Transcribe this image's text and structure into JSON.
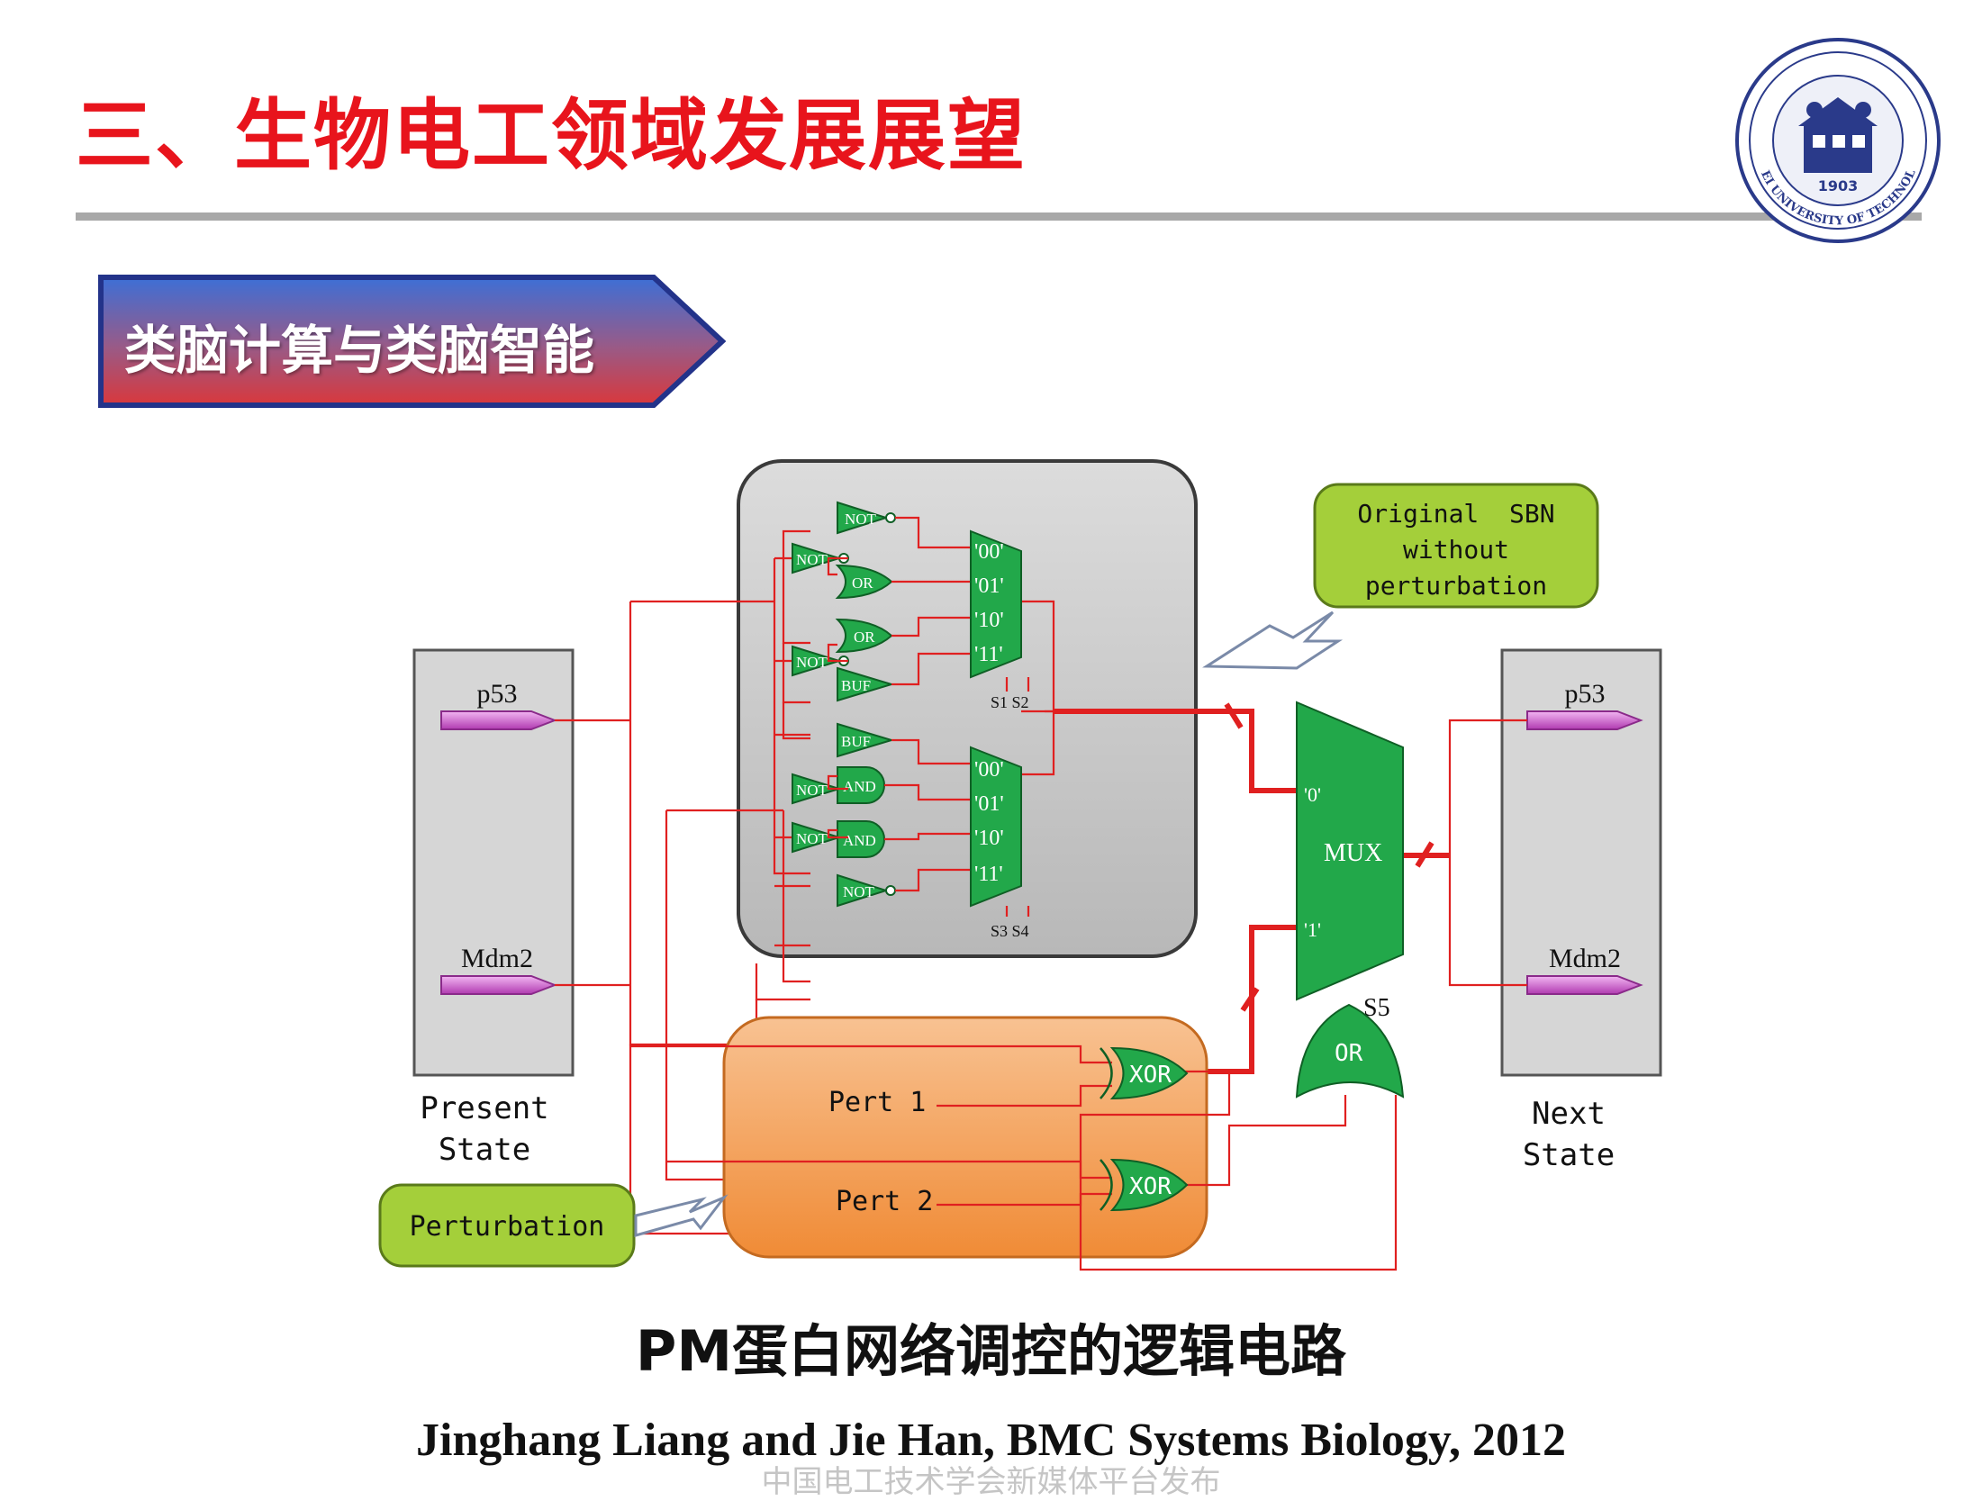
{
  "slide": {
    "title": "三、生物电工领域发展展望",
    "section_label": "类脑计算与类脑智能",
    "caption": "PM蛋白网络调控的逻辑电路",
    "citation": "Jinghang Liang and Jie Han, BMC Systems Biology, 2012",
    "watermark": "中国电工技术学会新媒体平台发布"
  },
  "logo": {
    "icon": "university-seal-icon",
    "year": "1903",
    "ring_text": "HEBEI UNIVERSITY OF TECHNOLOGY"
  },
  "diagram": {
    "present_state": {
      "inputs": [
        "p53",
        "Mdm2"
      ],
      "label_line1": "Present",
      "label_line2": "State"
    },
    "next_state": {
      "outputs": [
        "p53",
        "Mdm2"
      ],
      "label_line1": "Next",
      "label_line2": "State"
    },
    "sbn_callout": {
      "line1": "Original  SBN",
      "line2": "without",
      "line3": "perturbation"
    },
    "perturbation_label": "Perturbation",
    "gates": {
      "top_block": [
        "NOT",
        "NOT",
        "OR",
        "OR",
        "NOT",
        "BUF"
      ],
      "bottom_block": [
        "BUF",
        "NOT",
        "AND",
        "NOT",
        "AND",
        "NOT"
      ]
    },
    "mux_top": {
      "inputs": [
        "'00'",
        "'01'",
        "'10'",
        "'11'"
      ],
      "selects": "S1 S2"
    },
    "mux_bottom": {
      "inputs": [
        "'00'",
        "'01'",
        "'10'",
        "'11'"
      ],
      "selects": "S3 S4"
    },
    "main_mux": {
      "label": "MUX",
      "input_0": "'0'",
      "input_1": "'1'",
      "select": "S5"
    },
    "or_gate": "OR",
    "perturbation_block": {
      "pert1": "Pert  1",
      "pert2": "Pert  2",
      "xor": "XOR"
    },
    "colors": {
      "gate_green": "#22a84a",
      "wire_red": "#e02020",
      "block_gray": "#c9c9c9",
      "pert_orange": "#f5a055",
      "callout_green": "#a4cf3a",
      "signal_magenta": "#c040c0"
    }
  }
}
